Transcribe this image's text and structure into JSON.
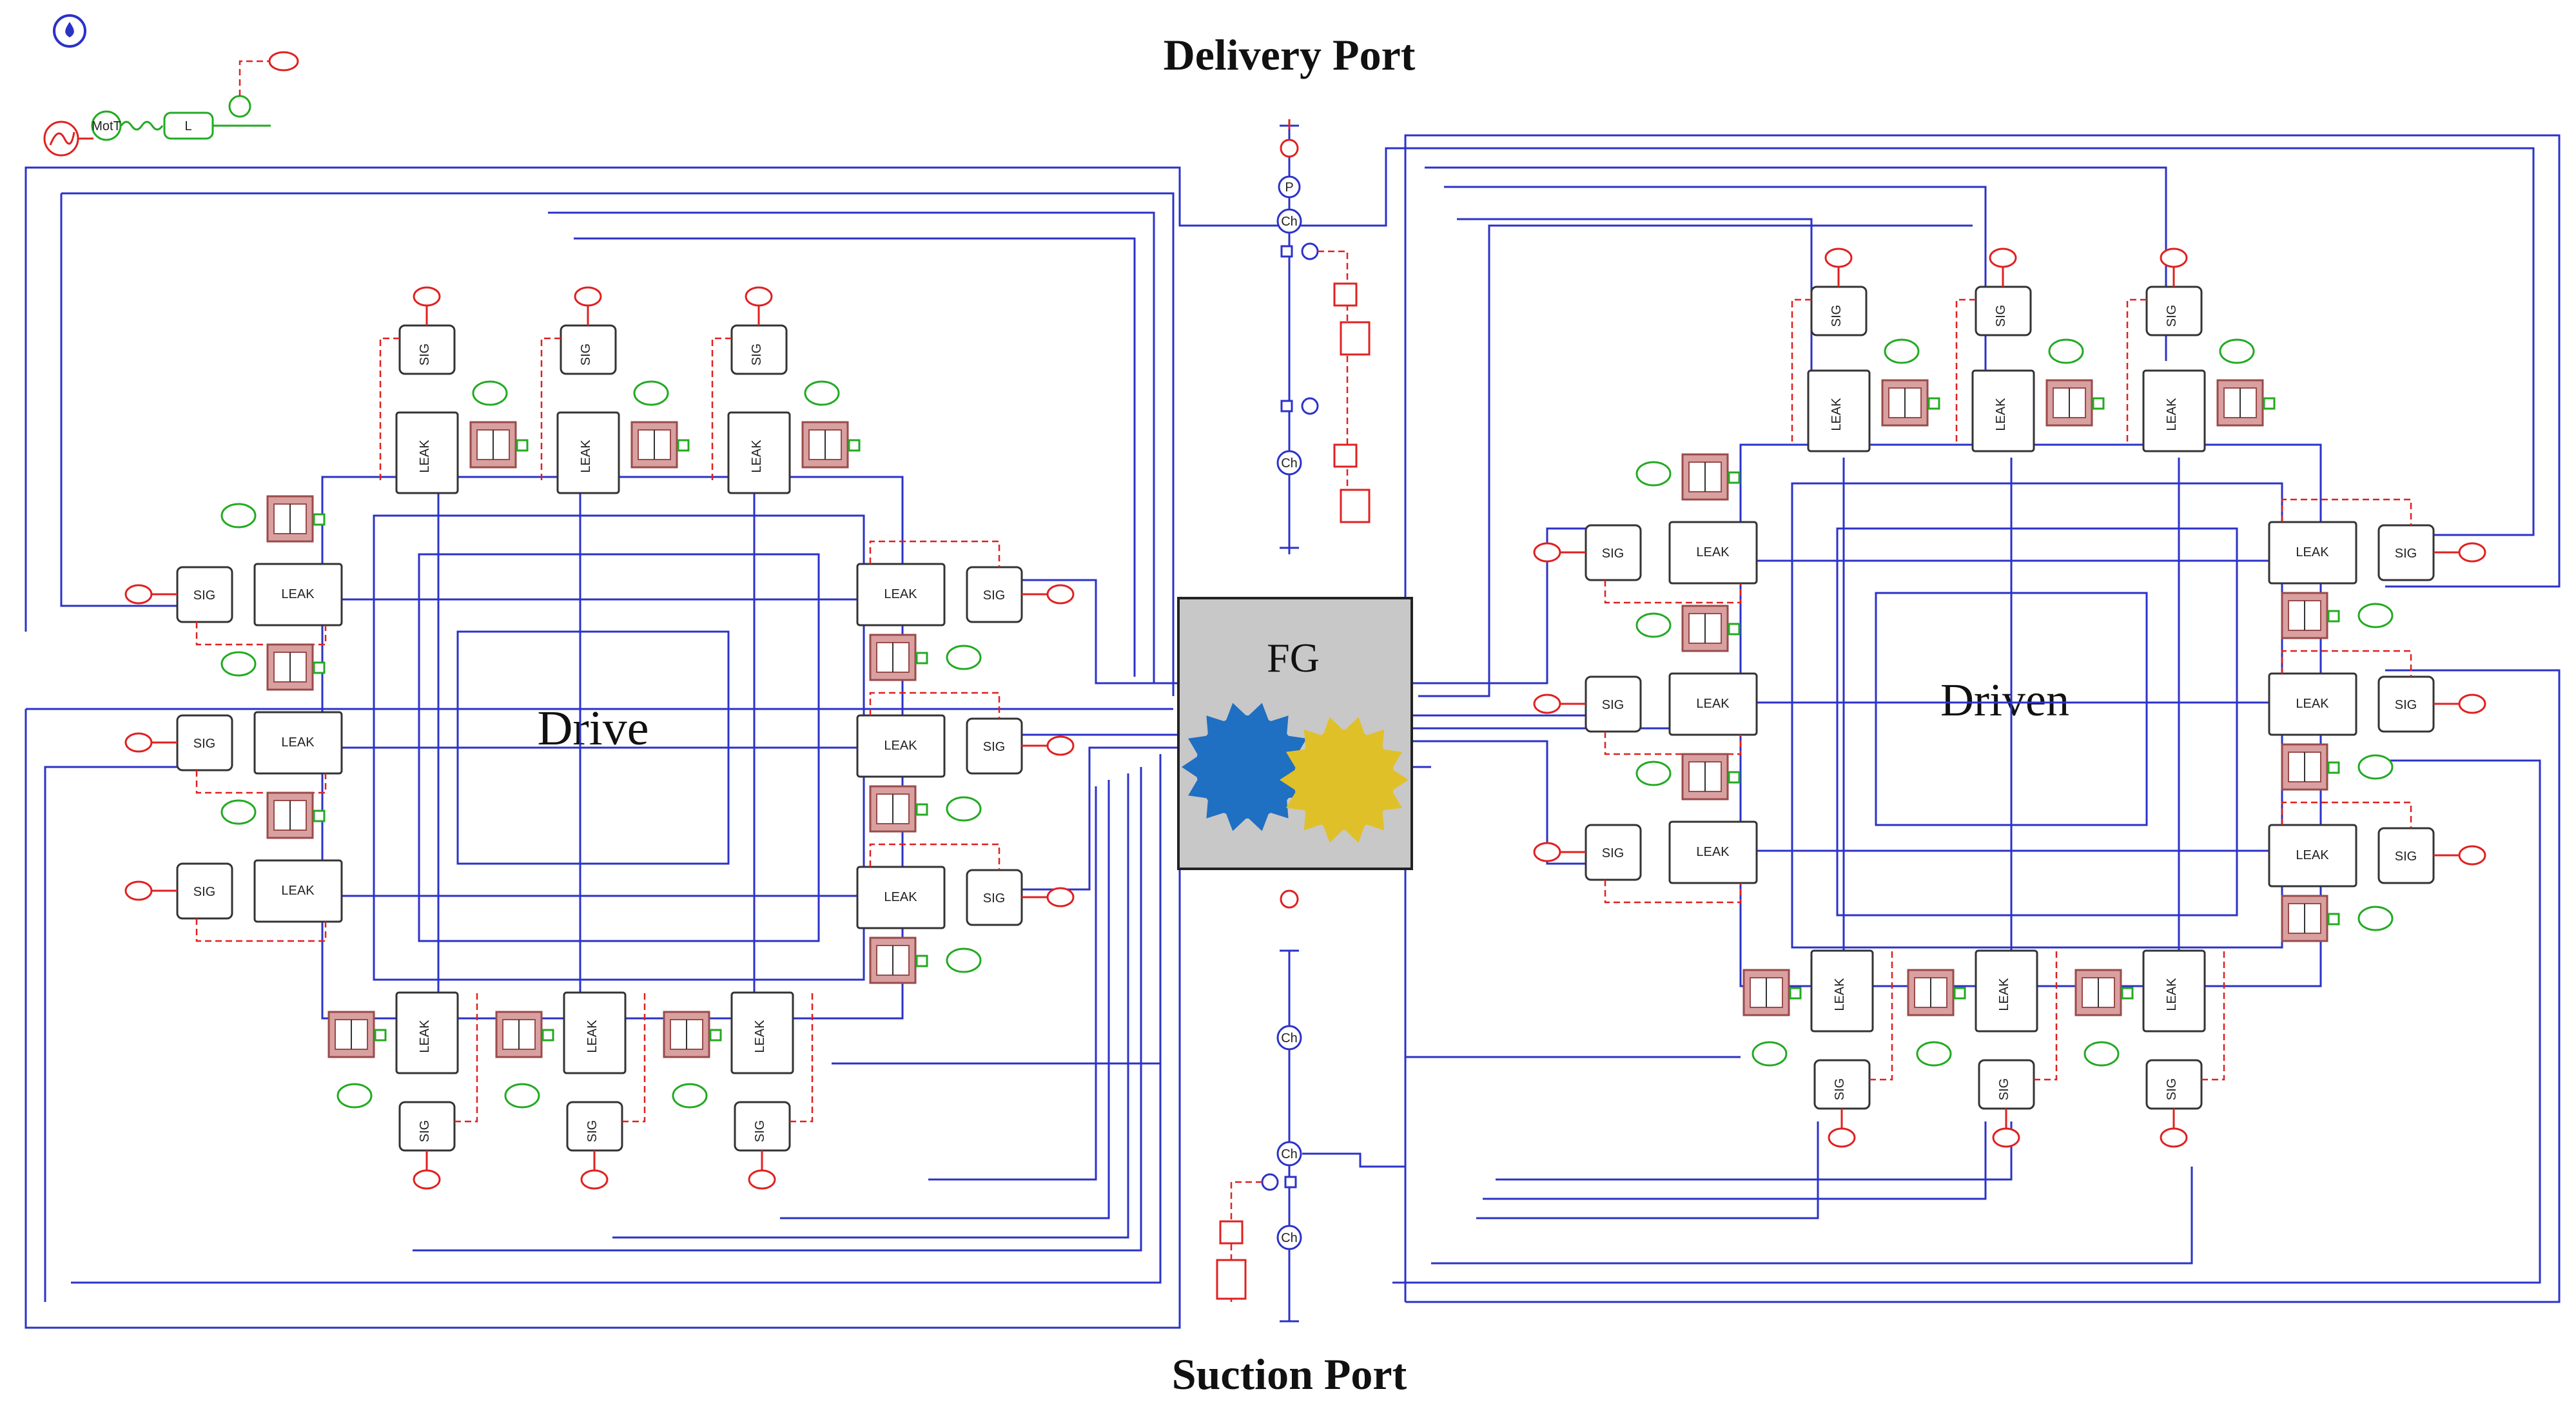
{
  "labels": {
    "delivery_port": "Delivery Port",
    "suction_port": "Suction Port",
    "drive": "Drive",
    "driven": "Driven",
    "fg": "FG",
    "sig": "SIG",
    "leak": "LEAK",
    "ch": "Ch",
    "p": "P",
    "motor": "MotT",
    "l": "L"
  },
  "colors": {
    "wire": "#2b32c8",
    "signal": "#e02020",
    "component_green": "#22aa22",
    "valve_brown": "#b86a6a",
    "fg_box": "#c8c8c8",
    "gear_drive": "#1f6fc2",
    "gear_driven": "#e0c028"
  },
  "icons": [
    "water-drop-icon",
    "gear-icon",
    "motor-icon",
    "spring-icon",
    "source-icon",
    "valve-icon"
  ]
}
